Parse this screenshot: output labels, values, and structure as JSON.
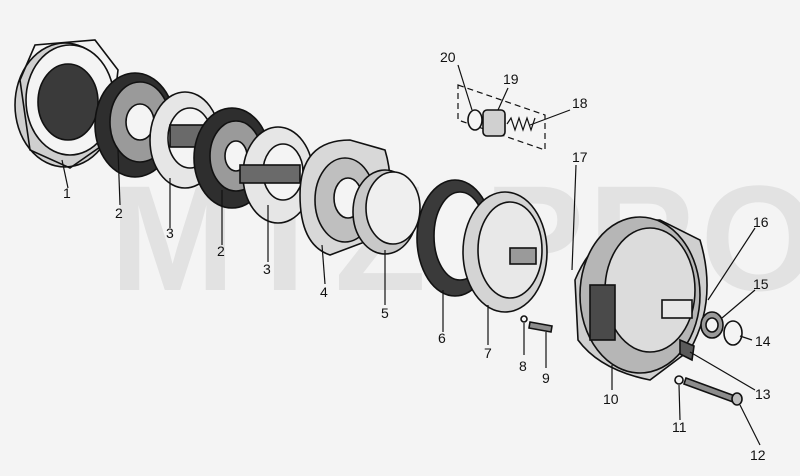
{
  "watermark": "MTZ-PRO",
  "callouts": [
    "1",
    "2",
    "3",
    "2",
    "3",
    "4",
    "5",
    "6",
    "7",
    "8",
    "9",
    "10",
    "11",
    "12",
    "13",
    "14",
    "15",
    "16",
    "17",
    "18",
    "19",
    "20"
  ]
}
